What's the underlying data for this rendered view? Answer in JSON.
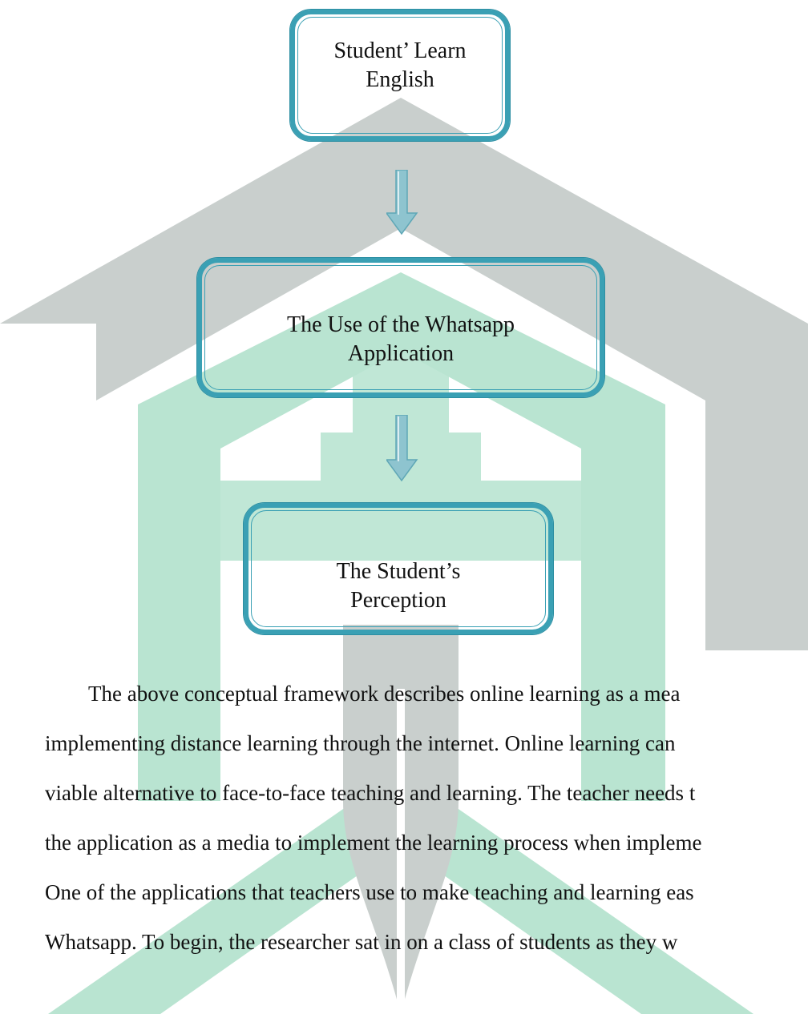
{
  "colors": {
    "box_border": "#3aa0b4",
    "arrow_fill": "#8ec4cf",
    "watermark_gray": "#c9cfcd",
    "watermark_green": "#b9e4d1"
  },
  "diagram": {
    "nodes": [
      {
        "id": "learn",
        "line1": "Student’ Learn",
        "line2": "English"
      },
      {
        "id": "whatsapp",
        "line1": "The Use of the Whatsapp",
        "line2": "Application"
      },
      {
        "id": "perception",
        "line1": "The Student’s",
        "line2": "Perception"
      }
    ],
    "edges": [
      {
        "from": "learn",
        "to": "whatsapp",
        "icon": "arrow-down"
      },
      {
        "from": "whatsapp",
        "to": "perception",
        "icon": "arrow-down"
      }
    ]
  },
  "paragraph": {
    "lines": [
      "        The above conceptual framework describes online learning as a mea",
      "implementing distance learning through the internet. Online learning can",
      "viable alternative to face-to-face teaching and learning. The teacher needs t",
      "the application as a media to implement the learning process when impleme",
      "One of the applications that teachers use to make teaching and learning eas",
      "Whatsapp. To begin, the researcher sat in on a class of students as they w"
    ]
  }
}
